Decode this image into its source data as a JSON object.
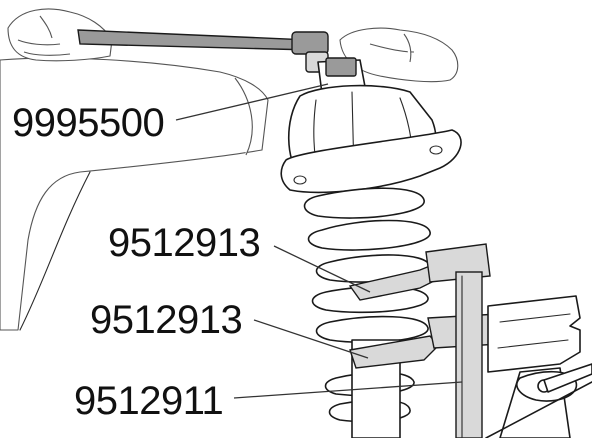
{
  "labels": {
    "tool_top": "9995500",
    "tool_upper_plate": "9512913",
    "tool_lower_plate": "9512913",
    "tool_holder": "9512911"
  },
  "colors": {
    "ink": "#1a1a1a",
    "shade": "#d9d9d9",
    "dark_shade": "#9a9a9a",
    "background": "#ffffff"
  }
}
